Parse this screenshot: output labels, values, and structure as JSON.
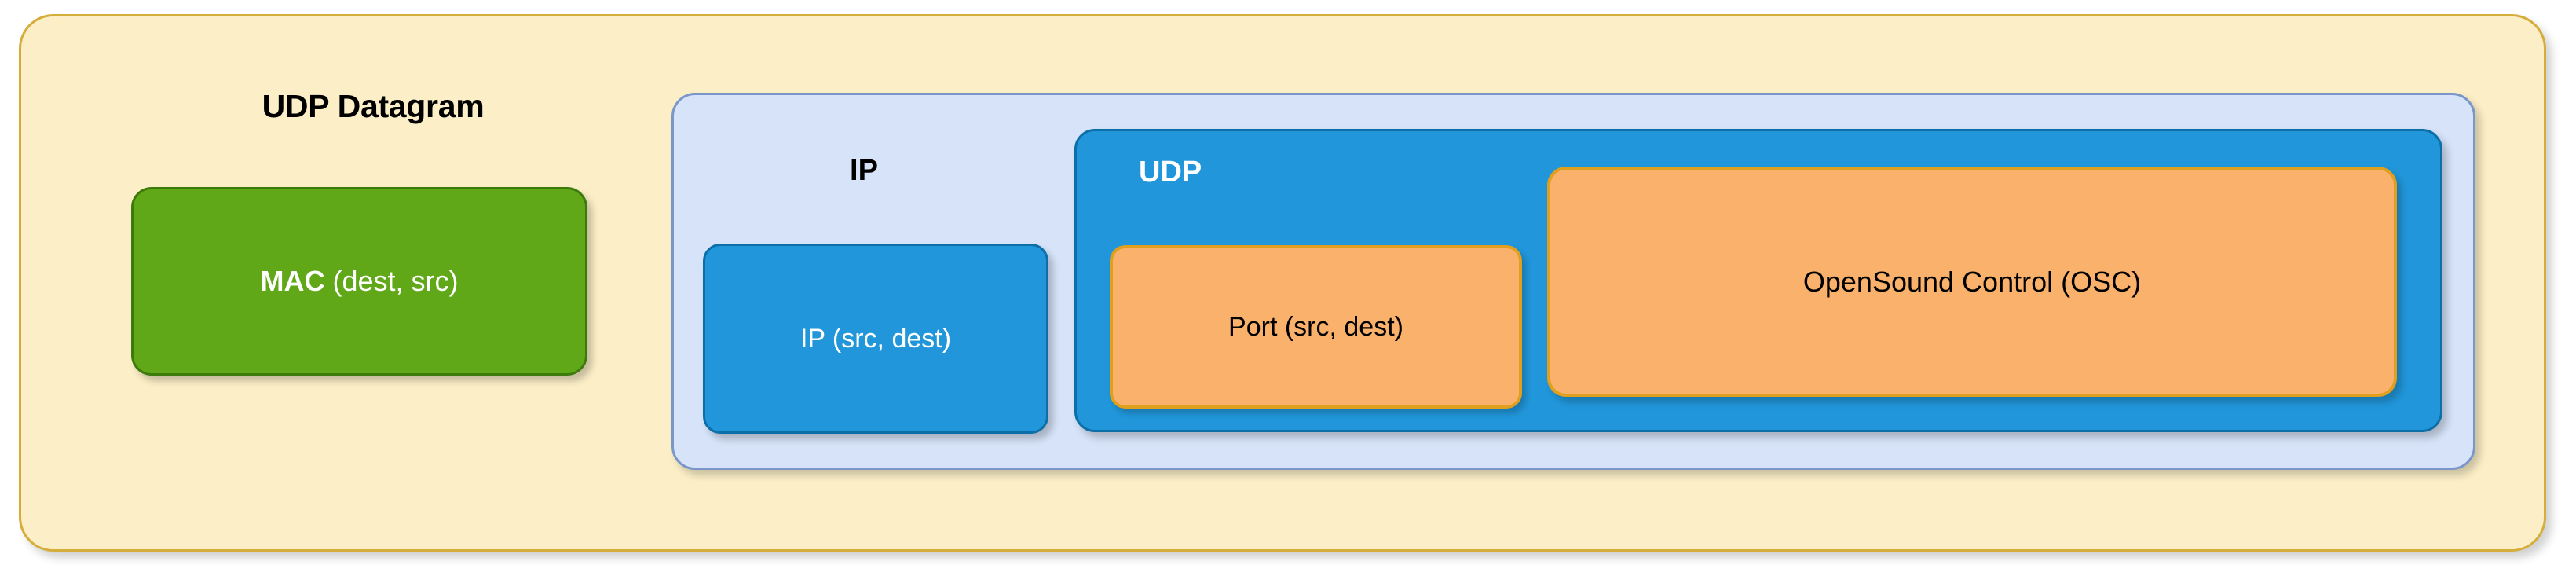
{
  "diagram": {
    "title": "UDP Datagram",
    "colors": {
      "outer_fill": "#FCEFC7",
      "outer_border": "#D5AD3B",
      "mac_fill": "#60A817",
      "mac_border": "#3C7A0C",
      "ip_container_fill": "#D6E3F8",
      "ip_container_border": "#7B96C9",
      "blue_fill": "#2196DA",
      "blue_border": "#0D6FA8",
      "orange_fill": "#FAB16B",
      "orange_border": "#E0A01E",
      "text_dark": "#000000",
      "text_light": "#FFFFFF"
    },
    "layers": {
      "datagram": {
        "label": "UDP Datagram",
        "mac": {
          "label_strong": "MAC",
          "label_rest": " (dest, src)"
        }
      },
      "ip": {
        "label": "IP",
        "payload": {
          "label": "IP (src, dest)"
        }
      },
      "udp": {
        "label": "UDP",
        "port": {
          "label": "Port (src, dest)"
        },
        "osc": {
          "label": "OpenSound Control (OSC)"
        }
      }
    }
  }
}
